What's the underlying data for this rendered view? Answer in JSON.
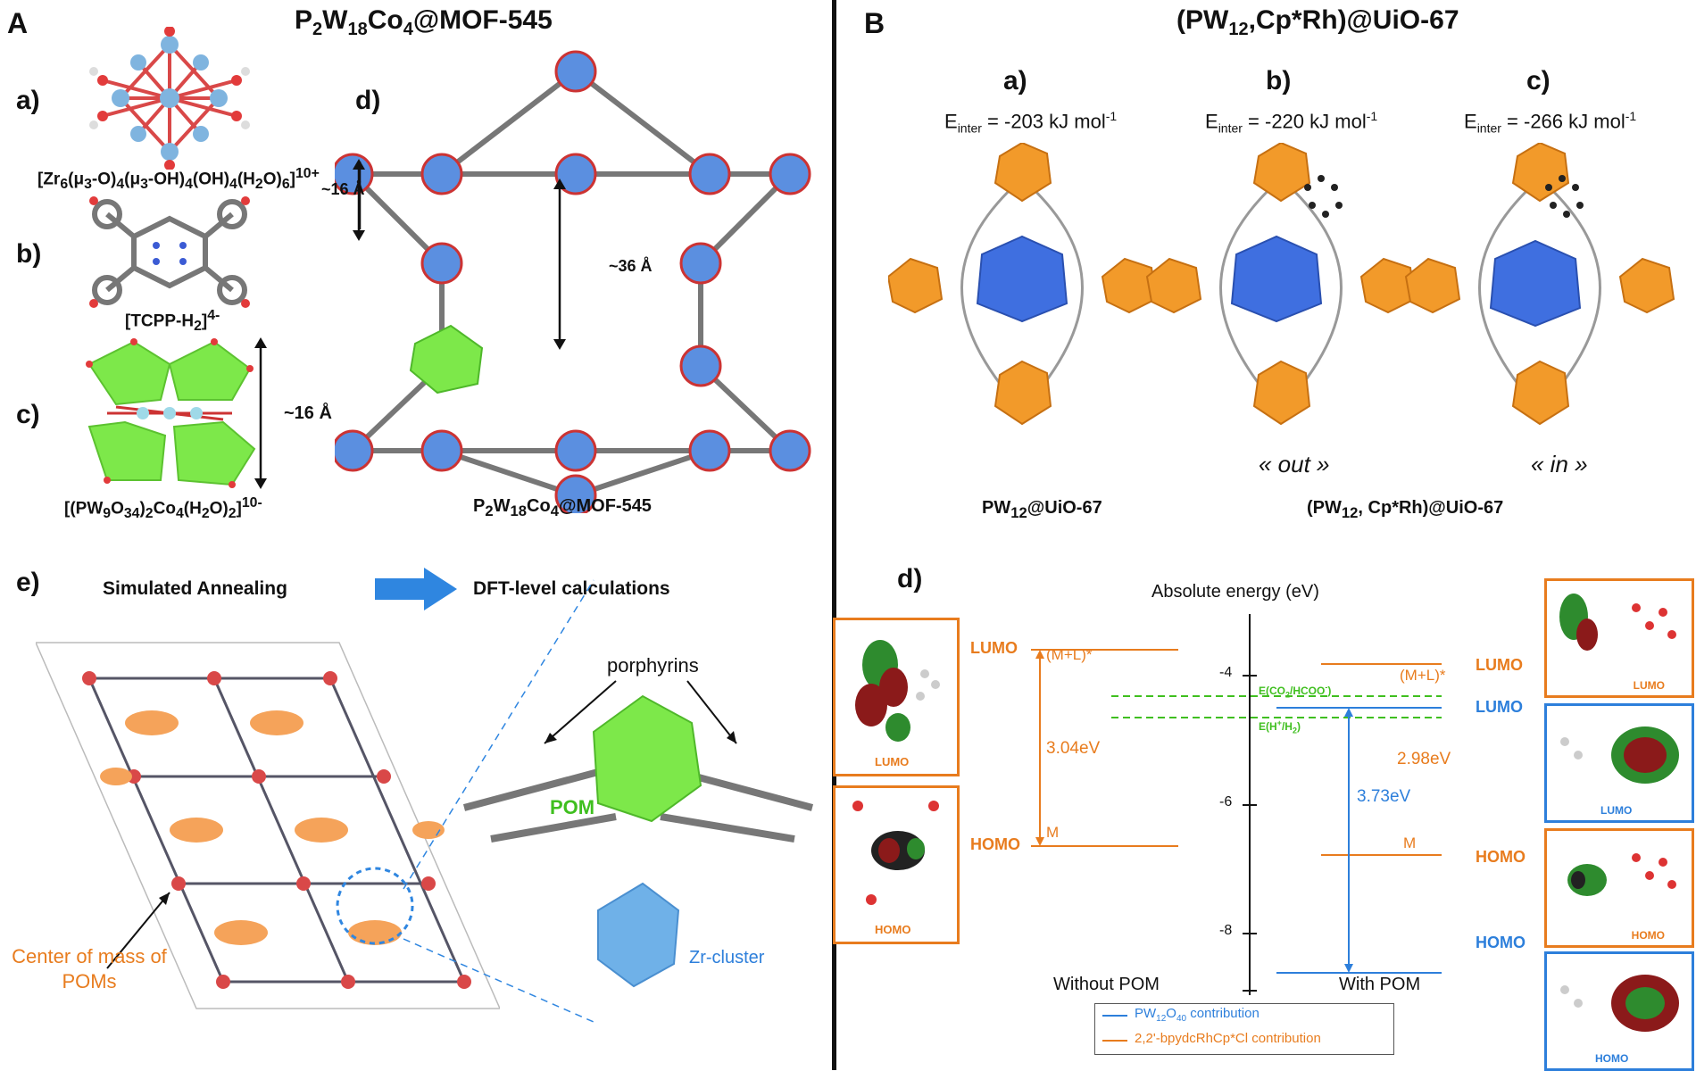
{
  "panelA": {
    "letter": "A",
    "title": "P2W18Co4@MOF-545",
    "subA": "a)",
    "subB": "b)",
    "subC": "c)",
    "subD": "d)",
    "subE": "e)",
    "captionA": "[Zr6(μ3-O)4(μ3-OH)4(OH)4(H2O)6]10+",
    "captionB": "[TCPP-H2]4-",
    "captionC": "[(PW9O34)2Co4(H2O)2]10-",
    "captionD": "P2W18Co4@MOF-545",
    "dimC": "~16 Å",
    "dim16": "~16 Å",
    "dim36": "~36 Å",
    "annealing": "Simulated Annealing",
    "dft": "DFT-level calculations",
    "porphyrins": "porphyrins",
    "pom": "POM",
    "zrcluster": "Zr-cluster",
    "centerOfMass": "Center of mass of POMs"
  },
  "panelB": {
    "letter": "B",
    "title": "(PW12,Cp*Rh)@UiO-67",
    "subA": "a)",
    "subB": "b)",
    "subC": "c)",
    "subD": "d)",
    "einterA": "Einter = -203 kJ mol-1",
    "einterB": "Einter = -220 kJ mol-1",
    "einterC": "Einter = -266 kJ mol-1",
    "out": "« out »",
    "in": "« in »",
    "captionLeft": "PW12@UiO-67",
    "captionRight": "(PW12, Cp*Rh)@UiO-67"
  },
  "energy": {
    "title": "Absolute energy (eV)",
    "ticks": [
      "-4",
      "-6",
      "-8"
    ],
    "lumo": "LUMO",
    "homo": "HOMO",
    "ml": "(M+L)*",
    "m": "M",
    "gap1": "3.04eV",
    "gap2": "2.98eV",
    "gap3": "3.73eV",
    "eco2": "E(CO2/HCOO-)",
    "eh": "E(H+/H2)",
    "without": "Without POM",
    "with": "With POM",
    "legend1": "PW12O40 contribution",
    "legend2": "2,2'-bpydcRhCp*Cl contribution",
    "colors": {
      "orange": "#e87c1e",
      "blue": "#2d7fdb",
      "green": "#3fbf1f"
    }
  }
}
